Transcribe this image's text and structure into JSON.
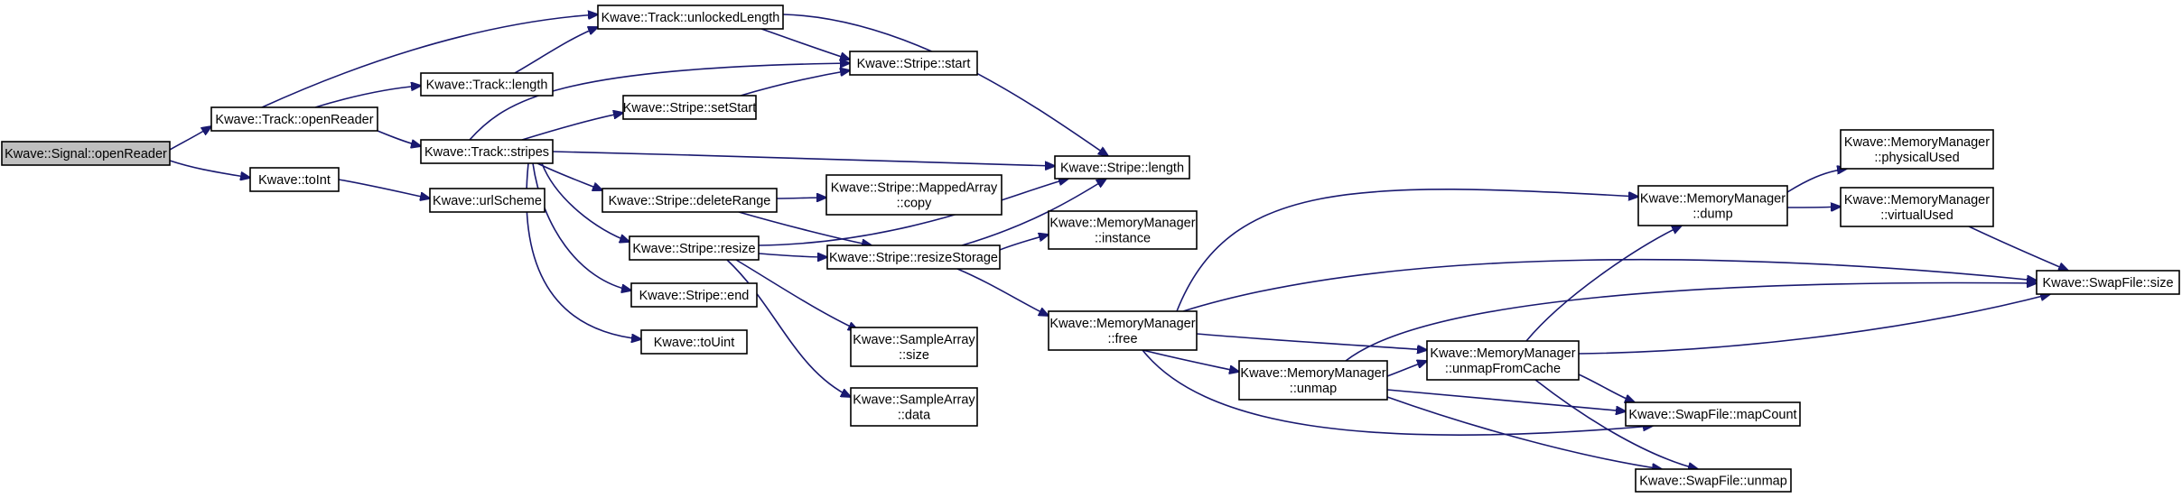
{
  "nodes": [
    {
      "id": "signal_openReader",
      "lines": [
        "Kwave::Signal::openReader"
      ],
      "root": true
    },
    {
      "id": "track_openReader",
      "lines": [
        "Kwave::Track::openReader"
      ]
    },
    {
      "id": "toInt",
      "lines": [
        "Kwave::toInt"
      ]
    },
    {
      "id": "track_unlockedLength",
      "lines": [
        "Kwave::Track::unlockedLength"
      ]
    },
    {
      "id": "track_length",
      "lines": [
        "Kwave::Track::length"
      ]
    },
    {
      "id": "track_stripes",
      "lines": [
        "Kwave::Track::stripes"
      ]
    },
    {
      "id": "urlScheme",
      "lines": [
        "Kwave::urlScheme"
      ]
    },
    {
      "id": "stripe_start",
      "lines": [
        "Kwave::Stripe::start"
      ]
    },
    {
      "id": "stripe_setStart",
      "lines": [
        "Kwave::Stripe::setStart"
      ]
    },
    {
      "id": "stripe_length",
      "lines": [
        "Kwave::Stripe::length"
      ]
    },
    {
      "id": "stripe_deleteRange",
      "lines": [
        "Kwave::Stripe::deleteRange"
      ]
    },
    {
      "id": "mapped_copy",
      "lines": [
        "Kwave::Stripe::MappedArray",
        "::copy"
      ]
    },
    {
      "id": "stripe_resize",
      "lines": [
        "Kwave::Stripe::resize"
      ]
    },
    {
      "id": "stripe_resizeStorage",
      "lines": [
        "Kwave::Stripe::resizeStorage"
      ]
    },
    {
      "id": "stripe_end",
      "lines": [
        "Kwave::Stripe::end"
      ]
    },
    {
      "id": "toUint",
      "lines": [
        "Kwave::toUint"
      ]
    },
    {
      "id": "samplearray_size",
      "lines": [
        "Kwave::SampleArray",
        "::size"
      ]
    },
    {
      "id": "samplearray_data",
      "lines": [
        "Kwave::SampleArray",
        "::data"
      ]
    },
    {
      "id": "mm_instance",
      "lines": [
        "Kwave::MemoryManager",
        "::instance"
      ]
    },
    {
      "id": "mm_free",
      "lines": [
        "Kwave::MemoryManager",
        "::free"
      ]
    },
    {
      "id": "mm_unmap",
      "lines": [
        "Kwave::MemoryManager",
        "::unmap"
      ]
    },
    {
      "id": "mm_unmapFromCache",
      "lines": [
        "Kwave::MemoryManager",
        "::unmapFromCache"
      ]
    },
    {
      "id": "mm_dump",
      "lines": [
        "Kwave::MemoryManager",
        "::dump"
      ]
    },
    {
      "id": "mm_physicalUsed",
      "lines": [
        "Kwave::MemoryManager",
        "::physicalUsed"
      ]
    },
    {
      "id": "mm_virtualUsed",
      "lines": [
        "Kwave::MemoryManager",
        "::virtualUsed"
      ]
    },
    {
      "id": "swap_size",
      "lines": [
        "Kwave::SwapFile::size"
      ]
    },
    {
      "id": "swap_mapCount",
      "lines": [
        "Kwave::SwapFile::mapCount"
      ]
    },
    {
      "id": "swap_unmap",
      "lines": [
        "Kwave::SwapFile::unmap"
      ]
    }
  ],
  "edges": [
    [
      "signal_openReader",
      "track_openReader"
    ],
    [
      "signal_openReader",
      "toInt"
    ],
    [
      "track_openReader",
      "track_unlockedLength"
    ],
    [
      "track_openReader",
      "track_length"
    ],
    [
      "track_openReader",
      "track_stripes"
    ],
    [
      "toInt",
      "urlScheme"
    ],
    [
      "track_length",
      "track_unlockedLength"
    ],
    [
      "track_unlockedLength",
      "stripe_start"
    ],
    [
      "track_unlockedLength",
      "stripe_length"
    ],
    [
      "track_stripes",
      "stripe_start"
    ],
    [
      "track_stripes",
      "stripe_setStart"
    ],
    [
      "track_stripes",
      "stripe_length"
    ],
    [
      "track_stripes",
      "stripe_deleteRange"
    ],
    [
      "track_stripes",
      "stripe_resize"
    ],
    [
      "track_stripes",
      "stripe_end"
    ],
    [
      "track_stripes",
      "toUint"
    ],
    [
      "stripe_setStart",
      "stripe_start"
    ],
    [
      "stripe_deleteRange",
      "mapped_copy"
    ],
    [
      "stripe_deleteRange",
      "stripe_resizeStorage"
    ],
    [
      "stripe_resize",
      "stripe_length"
    ],
    [
      "stripe_resize",
      "stripe_resizeStorage"
    ],
    [
      "stripe_resize",
      "samplearray_size"
    ],
    [
      "stripe_resize",
      "samplearray_data"
    ],
    [
      "stripe_resizeStorage",
      "stripe_length"
    ],
    [
      "stripe_resizeStorage",
      "mm_instance"
    ],
    [
      "stripe_resizeStorage",
      "mm_free"
    ],
    [
      "mm_free",
      "mm_dump"
    ],
    [
      "mm_free",
      "swap_size"
    ],
    [
      "mm_free",
      "mm_unmap"
    ],
    [
      "mm_free",
      "mm_unmapFromCache"
    ],
    [
      "mm_free",
      "swap_mapCount"
    ],
    [
      "mm_unmap",
      "mm_unmapFromCache"
    ],
    [
      "mm_unmap",
      "swap_size"
    ],
    [
      "mm_unmap",
      "swap_mapCount"
    ],
    [
      "mm_unmap",
      "swap_unmap"
    ],
    [
      "mm_unmapFromCache",
      "mm_dump"
    ],
    [
      "mm_unmapFromCache",
      "swap_size"
    ],
    [
      "mm_unmapFromCache",
      "swap_mapCount"
    ],
    [
      "mm_unmapFromCache",
      "swap_unmap"
    ],
    [
      "mm_dump",
      "mm_physicalUsed"
    ],
    [
      "mm_dump",
      "mm_virtualUsed"
    ],
    [
      "mm_virtualUsed",
      "swap_size"
    ]
  ]
}
